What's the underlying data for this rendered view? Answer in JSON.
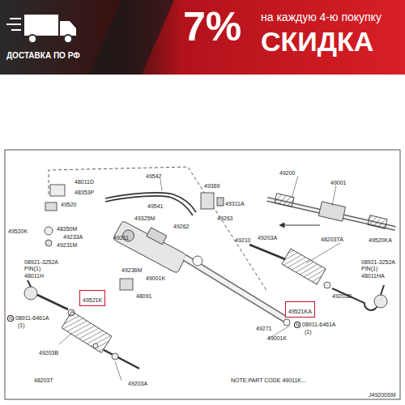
{
  "diagram": {
    "nodes": [
      {
        "text": [
          "49521K"
        ]
      },
      {
        "text": [
          "49521KA"
        ]
      }
    ],
    "labels": [
      "ДОСТАВКА ПО РФ",
      "7%",
      "на каждую 4-ю покупку",
      "СКИДКА",
      "49542",
      "49200",
      "49001",
      "48011D",
      "48353P",
      "49369",
      "49520",
      "49325M",
      "49311A",
      "48350M",
      "49541",
      "49262",
      "49263",
      "49233A",
      "49311",
      "49231M",
      "49210",
      "49520K",
      "49236M",
      "49203A",
      "48203TA",
      "49001K",
      "48091",
      "08921-3252A",
      "PIN(1)",
      "48011H",
      "49203B",
      "49520KA",
      "08921-3252A",
      "PIN(1)",
      "48011HA",
      "49271",
      "N",
      "08911-6461A",
      "(1)",
      "N",
      "08911-6461A",
      "(1)",
      "49001K",
      "49203B",
      "48203T",
      "49203A",
      "NOTE:PART CODE 49011K...",
      "J49200SM"
    ]
  }
}
